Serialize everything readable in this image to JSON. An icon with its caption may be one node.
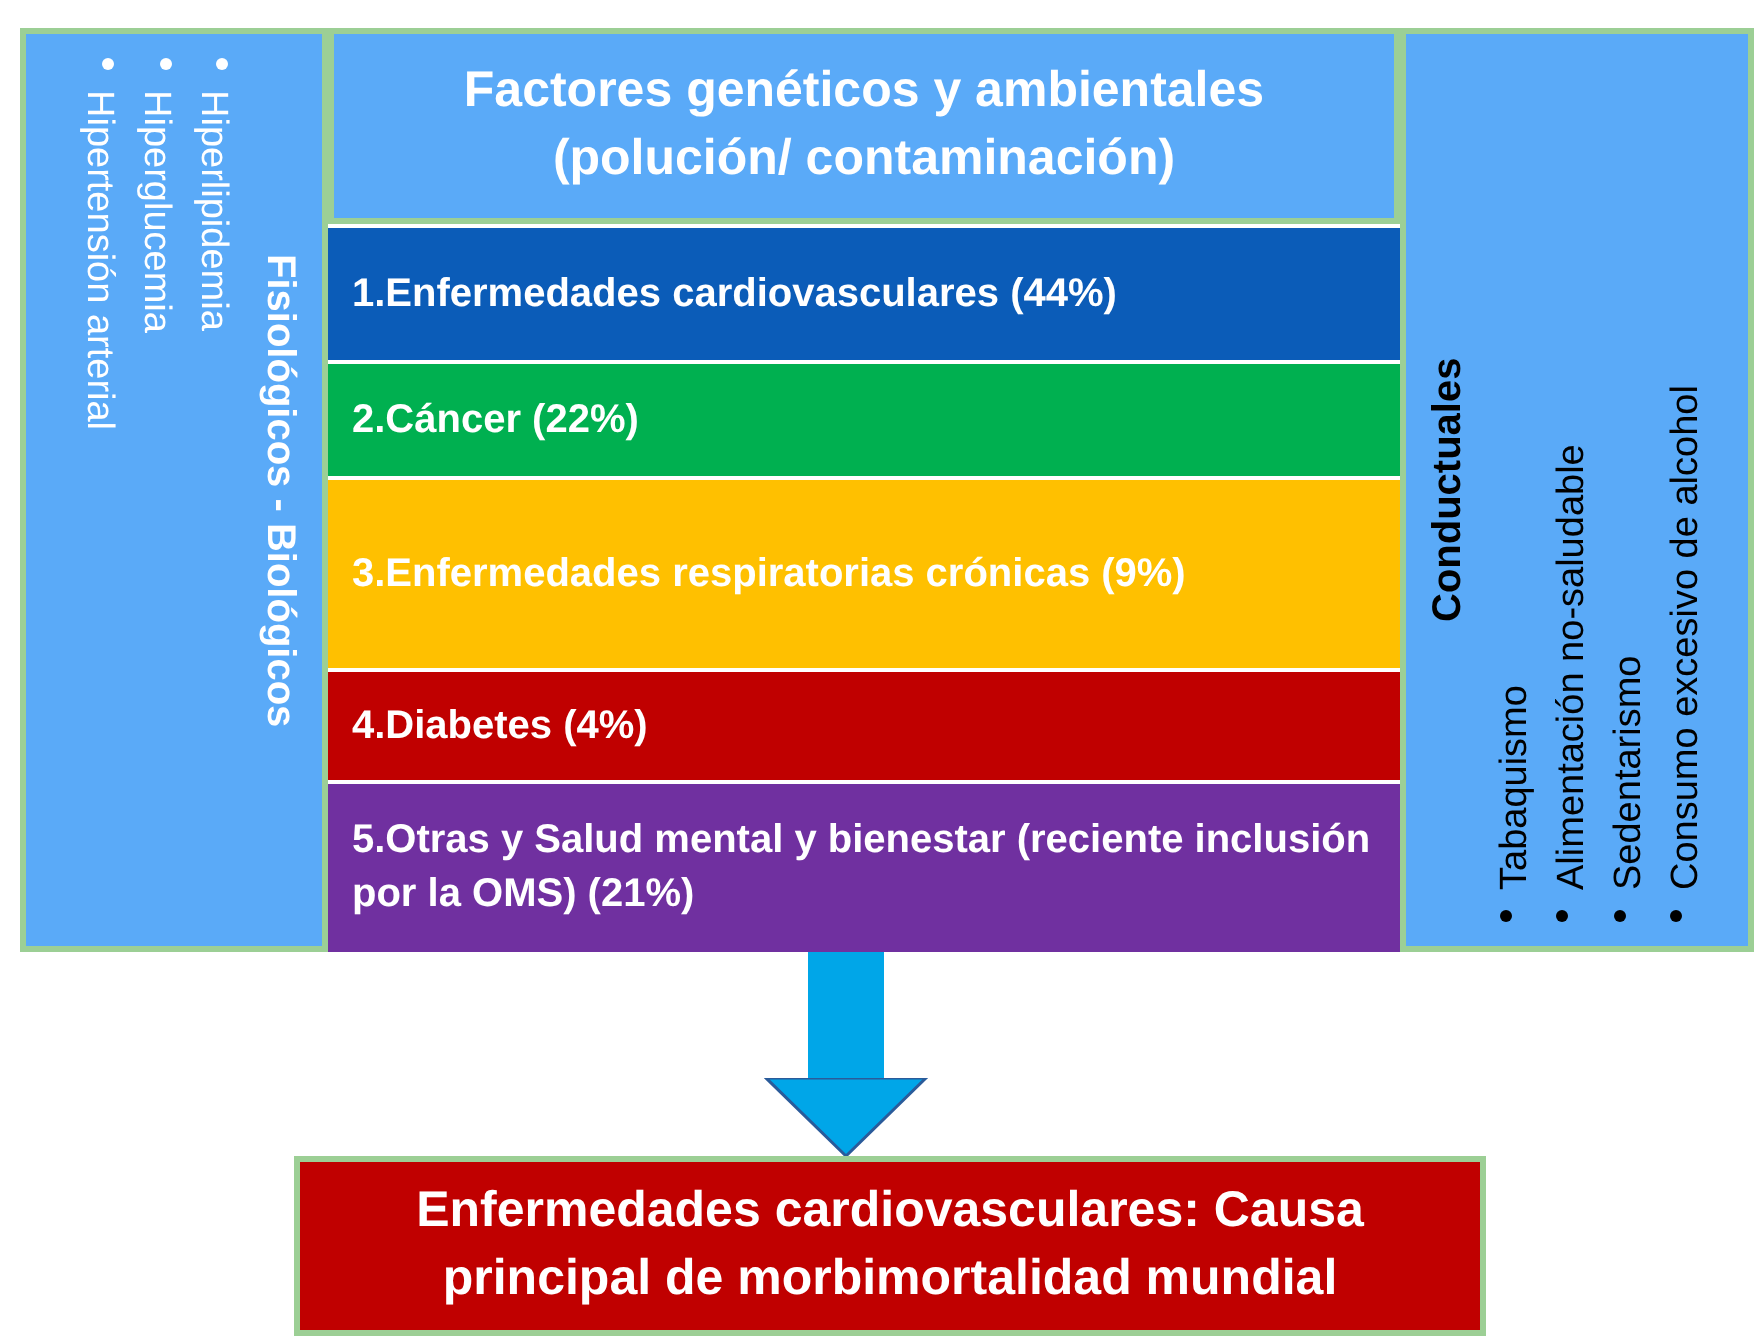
{
  "diagram": {
    "nodes": [
      {
        "text": [
          "Fisiológicos - Biológicos",
          "Hiperlipidemia",
          "Hiperglucemia",
          "Hipertensión arterial"
        ]
      },
      {
        "text": [
          "Factores genéticos y ambientales (polución/ contaminación)"
        ]
      },
      {
        "text": [
          "1.Enfermedades cardiovasculares (44%)"
        ]
      },
      {
        "text": [
          "2.Cáncer (22%)"
        ]
      },
      {
        "text": [
          "3.Enfermedades respiratorias crónicas (9%)"
        ]
      },
      {
        "text": [
          "4.Diabetes (4%)"
        ]
      },
      {
        "text": [
          "5.Otras y Salud mental y bienestar (reciente inclusión por la OMS) (21%)"
        ]
      },
      {
        "text": [
          "Conductuales",
          "Tabaquismo",
          "Alimentación no-saludable",
          "Sedentarismo",
          "Consumo excesivo de alcohol"
        ]
      },
      {
        "text": [
          "Enfermedades cardiovasculares: Causa principal de morbimortalidad mundial"
        ]
      }
    ],
    "edges": [
      {
        "from": 6,
        "to": 8,
        "arrow": "to"
      }
    ]
  }
}
